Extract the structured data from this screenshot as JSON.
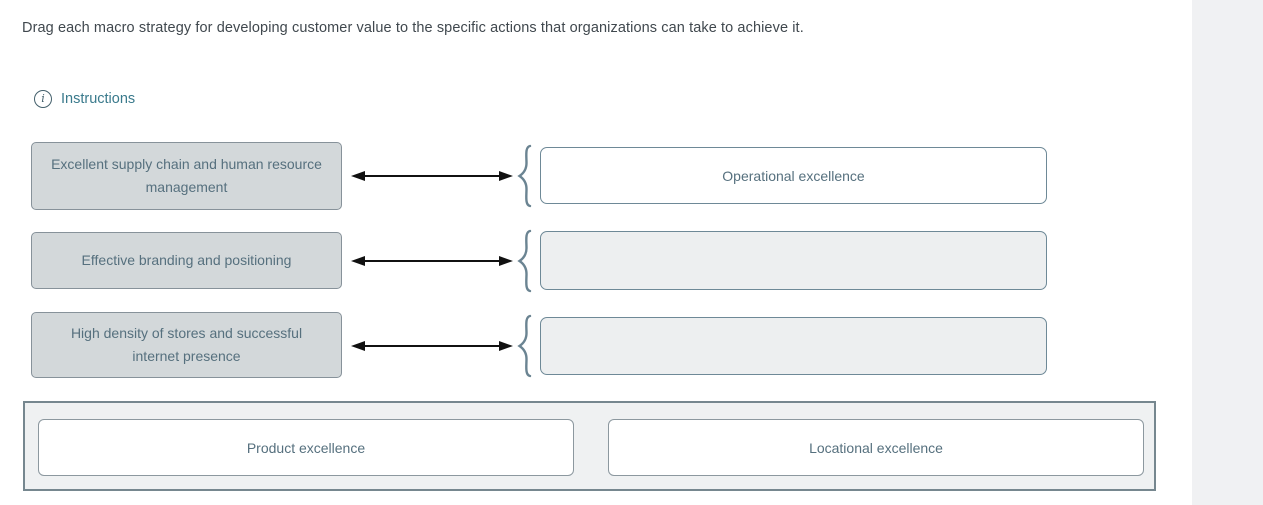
{
  "prompt": "Drag each macro strategy for developing customer value to the specific actions that organizations can take to achieve it.",
  "instructions": {
    "label": "Instructions",
    "icon": "info-circle-icon",
    "link_color": "#3a7a8c"
  },
  "rows": [
    {
      "source": "Excellent supply chain and human resource management",
      "target": "Operational excellence",
      "target_state": "filled"
    },
    {
      "source": "Effective branding and positioning",
      "target": "",
      "target_state": "empty"
    },
    {
      "source": "High density of stores and successful internet presence",
      "target": "",
      "target_state": "empty"
    }
  ],
  "connector": {
    "arrow": "double-headed-arrow",
    "brace_glyph": "{"
  },
  "tray": {
    "items": [
      {
        "label": "Product excellence"
      },
      {
        "label": "Locational excellence"
      }
    ]
  },
  "colors": {
    "source_tile_bg": "#d3d8da",
    "source_tile_border": "#87929a",
    "tile_text": "#56707e",
    "drop_zone_border": "#6e8997",
    "drop_zone_empty_bg": "#edeff0",
    "drop_zone_filled_bg": "#ffffff",
    "tray_bg": "#eff1f2",
    "tray_border": "#76878f",
    "brace": "#6b8492",
    "arrow": "#111111",
    "prompt_text": "#40484e",
    "right_strip_bg": "#f0f1f3"
  }
}
